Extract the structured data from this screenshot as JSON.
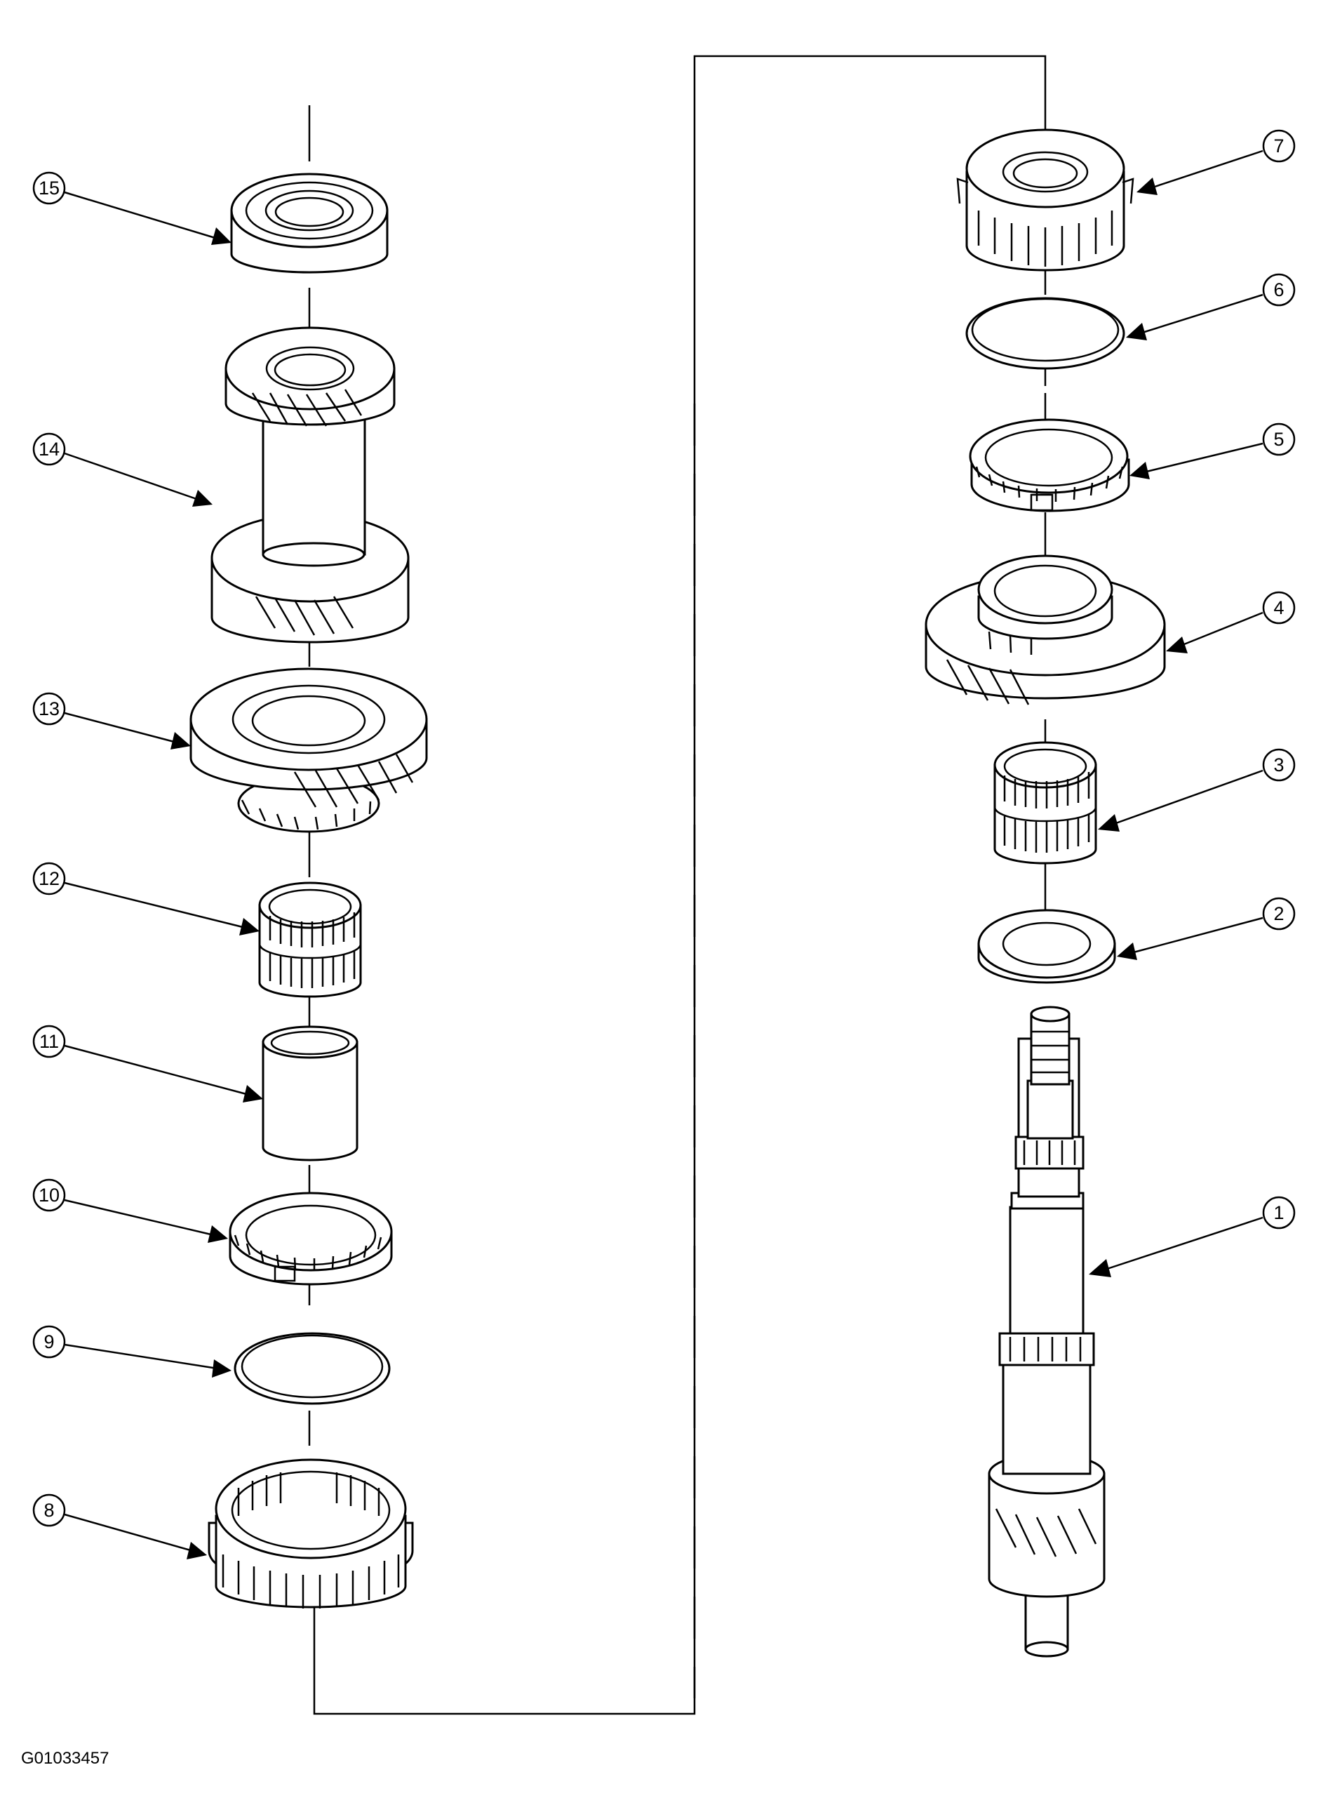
{
  "figure_code": "G01033457",
  "callouts": [
    {
      "id": 1,
      "label": "1"
    },
    {
      "id": 2,
      "label": "2"
    },
    {
      "id": 3,
      "label": "3"
    },
    {
      "id": 4,
      "label": "4"
    },
    {
      "id": 5,
      "label": "5"
    },
    {
      "id": 6,
      "label": "6"
    },
    {
      "id": 7,
      "label": "7"
    },
    {
      "id": 8,
      "label": "8"
    },
    {
      "id": 9,
      "label": "9"
    },
    {
      "id": 10,
      "label": "10"
    },
    {
      "id": 11,
      "label": "11"
    },
    {
      "id": 12,
      "label": "12"
    },
    {
      "id": 13,
      "label": "13"
    },
    {
      "id": 14,
      "label": "14"
    },
    {
      "id": 15,
      "label": "15"
    }
  ],
  "colors": {
    "line": "#000000",
    "background": "#ffffff"
  }
}
